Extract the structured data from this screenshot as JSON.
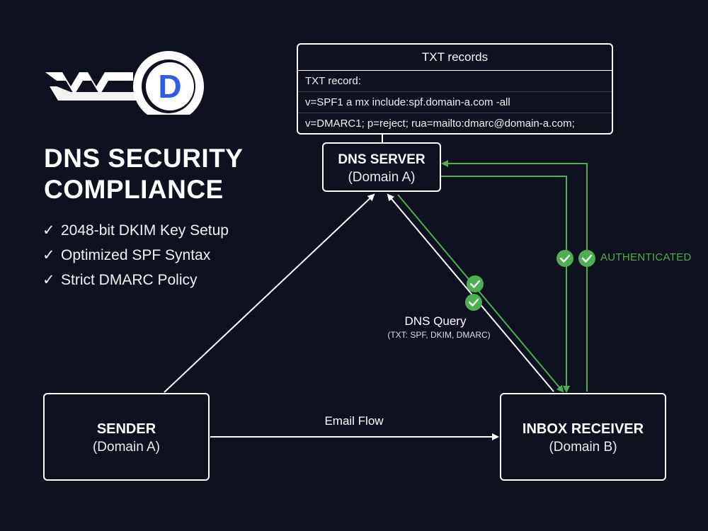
{
  "logo": {
    "letter": "D"
  },
  "title": {
    "line1": "DNS SECURITY",
    "line2": "COMPLIANCE"
  },
  "features": [
    {
      "check": "✓",
      "text": "2048-bit DKIM Key Setup"
    },
    {
      "check": "✓",
      "text": "Optimized SPF Syntax"
    },
    {
      "check": "✓",
      "text": "Strict DMARC Policy"
    }
  ],
  "txt_panel": {
    "header": "TXT records",
    "rows": [
      "TXT record:",
      "v=SPF1 a mx include:spf.domain-a.com -all",
      "v=DMARC1; p=reject; rua=mailto:dmarc@domain-a.com;"
    ]
  },
  "nodes": {
    "dns": {
      "name": "DNS SERVER",
      "sub": "(Domain A)"
    },
    "sender": {
      "name": "SENDER",
      "sub": "(Domain A)"
    },
    "receiver": {
      "name": "INBOX RECEIVER",
      "sub": "(Domain B)"
    }
  },
  "edges": {
    "email_flow": "Email Flow",
    "dns_query": "DNS Query",
    "dns_query_detail": "(TXT: SPF, DKIM, DMARC)",
    "authenticated": "AUTHENTICATED"
  },
  "colors": {
    "background": "#0e1220",
    "accent_green": "#4caf50",
    "logo_blue": "#2f5fe0",
    "line": "#ffffff"
  }
}
